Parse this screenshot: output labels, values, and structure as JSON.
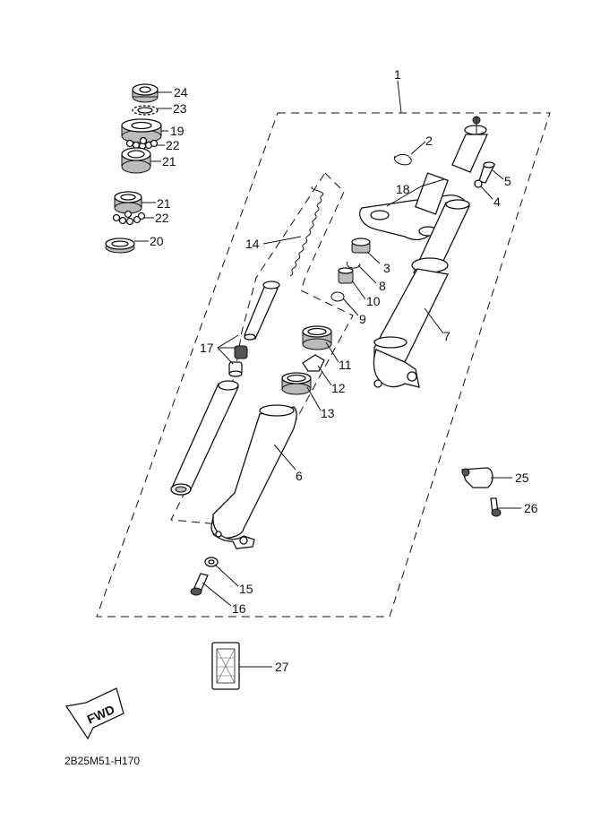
{
  "diagram": {
    "code": "2B25M51-H170",
    "fwd_label": "FWD",
    "callouts": [
      "1",
      "2",
      "3",
      "4",
      "5",
      "6",
      "7",
      "8",
      "9",
      "10",
      "11",
      "12",
      "13",
      "14",
      "15",
      "16",
      "17",
      "18",
      "19",
      "20",
      "21",
      "21",
      "22",
      "22",
      "23",
      "24",
      "25",
      "26",
      "27"
    ]
  }
}
